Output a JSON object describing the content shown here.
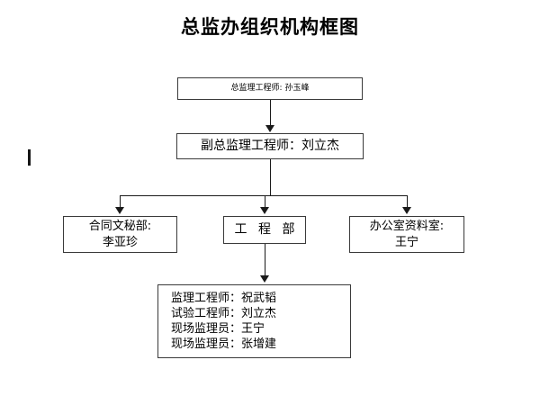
{
  "document": {
    "title": "总监办组织机构框图"
  },
  "chart_data": {
    "type": "diagram",
    "diagram_kind": "organizational-chart",
    "title": "总监办组织机构框图",
    "orientation": "top-down",
    "nodes": [
      {
        "id": "chief",
        "level": 0,
        "lines": [
          "总监理工程师: 孙玉峰"
        ],
        "role": "总监理工程师",
        "person": "孙玉峰"
      },
      {
        "id": "deputy",
        "level": 1,
        "lines": [
          "副总监理工程师：刘立杰"
        ],
        "role": "副总监理工程师",
        "person": "刘立杰"
      },
      {
        "id": "contract",
        "level": 2,
        "lines": [
          "合同文秘部:",
          "李亚珍"
        ],
        "role": "合同文秘部",
        "person": "李亚珍"
      },
      {
        "id": "engineering",
        "level": 2,
        "lines": [
          "工 程 部"
        ],
        "role": "工 程 部",
        "person": ""
      },
      {
        "id": "office",
        "level": 2,
        "lines": [
          "办公室资料室:",
          "王宁"
        ],
        "role": "办公室资料室",
        "person": "王宁"
      },
      {
        "id": "staff",
        "level": 3,
        "lines": [
          "监理工程师：祝武韬",
          "试验工程师：刘立杰",
          "现场监理员：王宁",
          "现场监理员：张增建"
        ],
        "members": [
          {
            "role": "监理工程师",
            "person": "祝武韬"
          },
          {
            "role": "试验工程师",
            "person": "刘立杰"
          },
          {
            "role": "现场监理员",
            "person": "王宁"
          },
          {
            "role": "现场监理员",
            "person": "张增建"
          }
        ]
      }
    ],
    "edges": [
      {
        "from": "chief",
        "to": "deputy",
        "style": "arrow"
      },
      {
        "from": "deputy",
        "to": "contract",
        "style": "arrow"
      },
      {
        "from": "deputy",
        "to": "engineering",
        "style": "arrow"
      },
      {
        "from": "deputy",
        "to": "office",
        "style": "arrow"
      },
      {
        "from": "engineering",
        "to": "staff",
        "style": "arrow"
      }
    ],
    "colors": {
      "background": "#ffffff",
      "box_border": "#3a3a3a",
      "connector": "#1a1a1a",
      "text": "#000000"
    }
  },
  "nodes": {
    "chief": {
      "line0": "总监理工程师: 孙玉峰"
    },
    "deputy": {
      "line0": "副总监理工程师：刘立杰"
    },
    "contract": {
      "line0": "合同文秘部:",
      "line1": "李亚珍"
    },
    "engineering": {
      "line0": "工 程 部"
    },
    "office": {
      "line0": "办公室资料室:",
      "line1": "王宁"
    },
    "staff": {
      "line0": "监理工程师：祝武韬",
      "line1": "试验工程师：刘立杰",
      "line2": "现场监理员：王宁",
      "line3": "现场监理员：张增建"
    }
  }
}
